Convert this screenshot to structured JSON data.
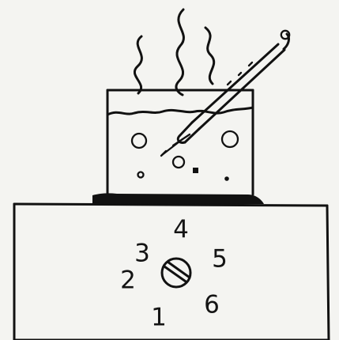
{
  "diagram": {
    "dial_numbers": [
      "1",
      "2",
      "3",
      "4",
      "5",
      "6"
    ],
    "colors": {
      "ink": "#111111",
      "paper": "#f4f4f1"
    },
    "icons": {
      "heater": "hotplate-icon",
      "beaker": "beaker-icon",
      "thermometer": "thermometer-icon",
      "knob": "dial-knob-icon",
      "steam": "steam-icon"
    }
  }
}
